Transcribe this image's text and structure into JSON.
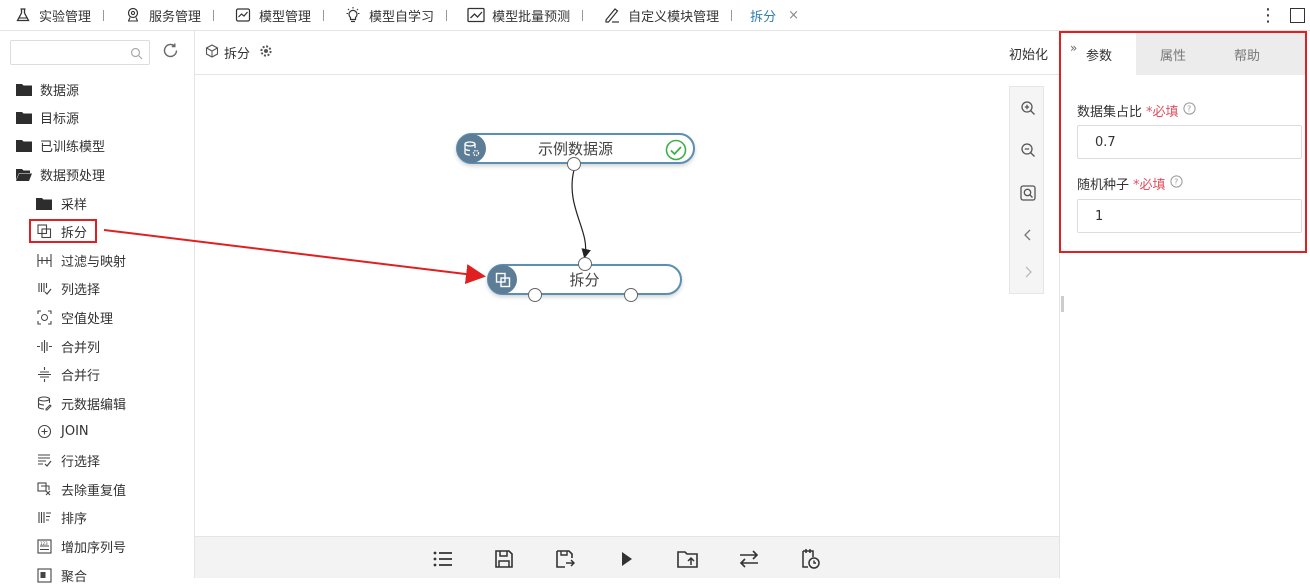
{
  "top_tabs": [
    {
      "label": "实验管理",
      "icon": "flask-icon"
    },
    {
      "label": "服务管理",
      "icon": "service-icon"
    },
    {
      "label": "模型管理",
      "icon": "chart-icon"
    },
    {
      "label": "模型自学习",
      "icon": "lightbulb-icon"
    },
    {
      "label": "模型批量预测",
      "icon": "trend-icon"
    },
    {
      "label": "自定义模块管理",
      "icon": "pen-icon"
    },
    {
      "label": "拆分",
      "close": "×"
    }
  ],
  "sidebar": {
    "search_placeholder": "",
    "items": [
      {
        "label": "数据源"
      },
      {
        "label": "目标源"
      },
      {
        "label": "已训练模型"
      },
      {
        "label": "数据预处理"
      },
      {
        "label": "采样"
      },
      {
        "label": "拆分"
      },
      {
        "label": "过滤与映射"
      },
      {
        "label": "列选择"
      },
      {
        "label": "空值处理"
      },
      {
        "label": "合并列"
      },
      {
        "label": "合并行"
      },
      {
        "label": "元数据编辑"
      },
      {
        "label": "JOIN"
      },
      {
        "label": "行选择"
      },
      {
        "label": "去除重复值"
      },
      {
        "label": "排序"
      },
      {
        "label": "增加序列号"
      },
      {
        "label": "聚合"
      }
    ]
  },
  "canvas": {
    "breadcrumb": "拆分",
    "init_button": "初始化",
    "nodes": [
      {
        "label": "示例数据源",
        "status": "success"
      },
      {
        "label": "拆分"
      }
    ]
  },
  "right_panel": {
    "tabs": [
      "参数",
      "属性",
      "帮助"
    ],
    "active_tab": "参数",
    "fields": [
      {
        "label": "数据集占比",
        "required": "*必填",
        "value": "0.7"
      },
      {
        "label": "随机种子",
        "required": "*必填",
        "value": "1"
      }
    ]
  },
  "colors": {
    "accent": "#2f7fb0",
    "node_border": "#5a8fb3",
    "highlight": "#e02020",
    "success": "#3fae49"
  }
}
